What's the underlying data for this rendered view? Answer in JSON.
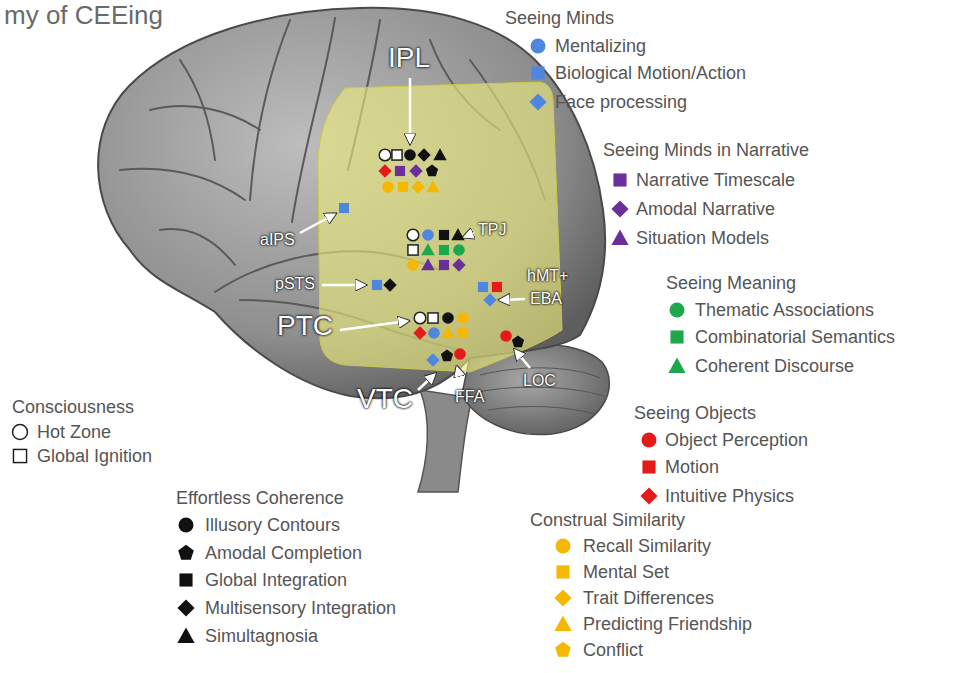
{
  "diagram": {
    "title": "my of CEEing",
    "labels": [
      "Seeing Minds",
      "Seeing Minds in Narrative",
      "Seeing Meaning",
      "Seeing Objects",
      "Consciousness",
      "Effortless Coherence",
      "Construal Similarity",
      "IPL",
      "aIPS",
      "TPJ",
      "pSTS",
      "hMT+",
      "EBA",
      "PTC",
      "VTC",
      "FFA",
      "LOC"
    ],
    "legend": [
      {
        "text": "Mentalizing",
        "color": "#4f86e0"
      },
      {
        "text": "Biological Motion/Action",
        "color": "#4f86e0"
      },
      {
        "text": "Face processing",
        "color": "#4f86e0"
      },
      {
        "text": "Narrative Timescale",
        "color": "#6b2f9c"
      },
      {
        "text": "Amodal Narrative",
        "color": "#6b2f9c"
      },
      {
        "text": "Situation Models",
        "color": "#6b2f9c"
      },
      {
        "text": "Thematic Associations",
        "color": "#1ea84e"
      },
      {
        "text": "Combinatorial Semantics",
        "color": "#1ea84e"
      },
      {
        "text": "Coherent Discourse",
        "color": "#1ea84e"
      },
      {
        "text": "Object Perception",
        "color": "#e31b1b"
      },
      {
        "text": "Motion",
        "color": "#e31b1b"
      },
      {
        "text": "Intuitive Physics",
        "color": "#e31b1b"
      },
      {
        "text": "Hot Zone",
        "color": "#ffffff"
      },
      {
        "text": "Global Ignition",
        "color": "#ffffff"
      },
      {
        "text": "Illusory Contours",
        "color": "#111111"
      },
      {
        "text": "Amodal Completion",
        "color": "#111111"
      },
      {
        "text": "Global Integration",
        "color": "#111111"
      },
      {
        "text": "Multisensory Integration",
        "color": "#111111"
      },
      {
        "text": "Simultagnosia",
        "color": "#111111"
      },
      {
        "text": "Recall Similarity",
        "color": "#f5b700"
      },
      {
        "text": "Mental Set",
        "color": "#f5b700"
      },
      {
        "text": "Trait Differences",
        "color": "#f5b700"
      },
      {
        "text": "Predicting Friendship",
        "color": "#f5b700"
      },
      {
        "text": "Conflict",
        "color": "#f5b700"
      }
    ]
  }
}
